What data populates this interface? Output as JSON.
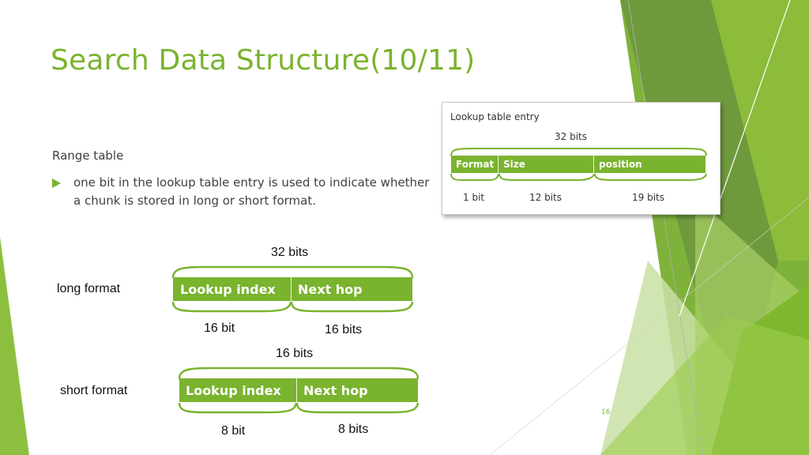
{
  "slide": {
    "title": "Search Data Structure(10/11)",
    "subhead": "Range table",
    "bullet": "one bit in the lookup table entry is used to indicate whether a chunk is stored in long or short format.",
    "page_number": "16"
  },
  "inset": {
    "title": "Lookup table entry",
    "total": "32 bits",
    "fields": [
      "Format",
      "Size",
      "position"
    ],
    "widths": [
      "1 bit",
      "12 bits",
      "19 bits"
    ]
  },
  "long_format": {
    "label": "long format",
    "total": "32 bits",
    "fields": [
      "Lookup index",
      "Next hop"
    ],
    "widths": [
      "16 bit",
      "16 bits"
    ]
  },
  "short_format": {
    "label": "short format",
    "total": "16 bits",
    "fields": [
      "Lookup index",
      "Next hop"
    ],
    "widths": [
      "8 bit",
      "8 bits"
    ]
  },
  "colors": {
    "accent": "#7ab32e",
    "title": "#7ab32e",
    "text": "#404040"
  }
}
